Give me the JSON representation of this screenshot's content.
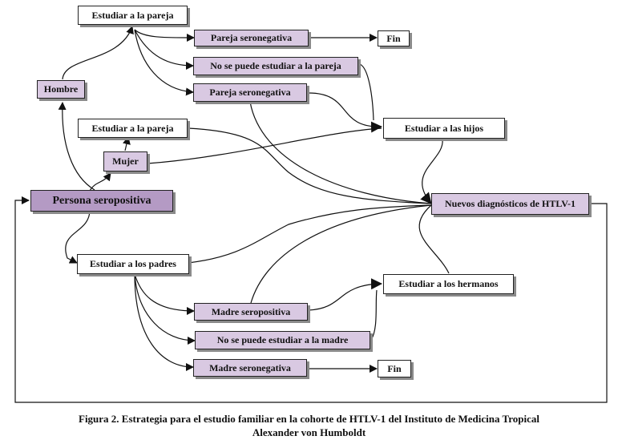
{
  "nodes": {
    "persona_seropositiva": "Persona seropositiva",
    "hombre": "Hombre",
    "mujer": "Mujer",
    "estudiar_pareja_top": "Estudiar a la pareja",
    "estudiar_pareja_mid": "Estudiar a la pareja",
    "pareja_seronegativa_1": "Pareja seronegativa",
    "no_estudiar_pareja": "No se puede estudiar a la pareja",
    "pareja_seronegativa_2": "Pareja seronegativa",
    "fin_top": "Fin",
    "estudiar_hijos": "Estudiar a las hijos",
    "nuevos_diagnosticos": "Nuevos diagnósticos de HTLV-1",
    "estudiar_padres": "Estudiar a los padres",
    "estudiar_hermanos": "Estudiar a los hermanos",
    "madre_seropositiva": "Madre seropositiva",
    "no_estudiar_madre": "No se puede estudiar a la madre",
    "madre_seronegativa": "Madre seronegativa",
    "fin_bottom": "Fin"
  },
  "caption": {
    "line1": "Figura 2. Estrategia para el estudio familiar en la cohorte de HTLV-1 del Instituto de Medicina Tropical",
    "line2": "Alexander von Humboldt"
  }
}
